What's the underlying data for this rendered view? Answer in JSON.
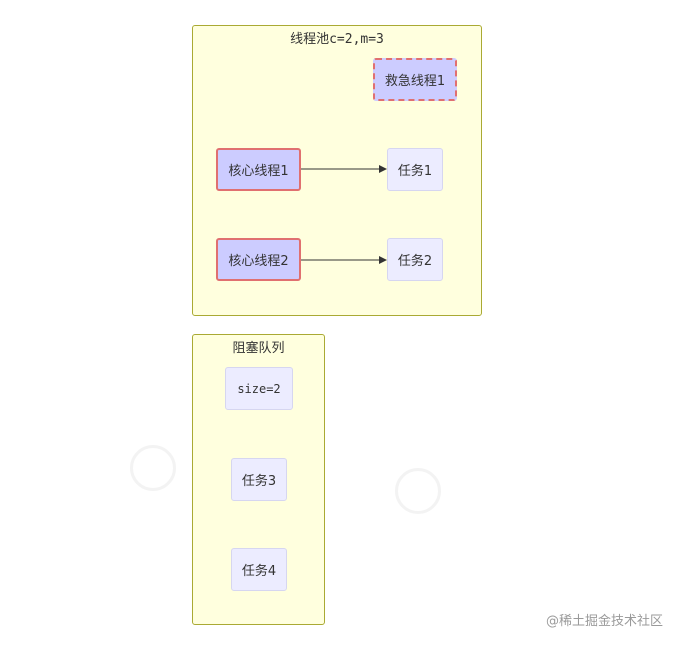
{
  "pool": {
    "title": "线程池c=2,m=3",
    "emergency_thread": "救急线程1",
    "core_threads": [
      "核心线程1",
      "核心线程2"
    ],
    "running_tasks": [
      "任务1",
      "任务2"
    ]
  },
  "queue": {
    "title": "阻塞队列",
    "size_label": "size=2",
    "queued_tasks": [
      "任务3",
      "任务4"
    ]
  },
  "watermark": "@稀土掘金技术社区",
  "colors": {
    "cluster_fill": "#ffffde",
    "cluster_border": "#aaaa33",
    "node_fill": "#ccccff",
    "node_border": "#e07070",
    "task_fill": "#ececff"
  }
}
